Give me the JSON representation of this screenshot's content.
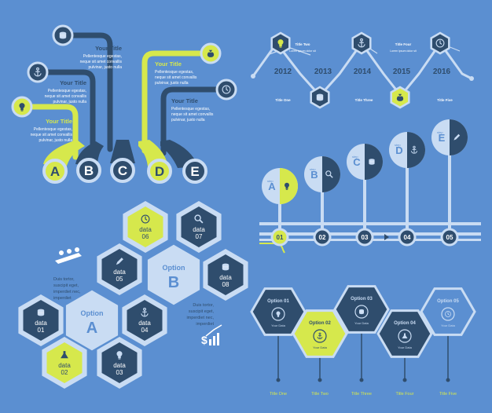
{
  "colors": {
    "bg": "#5b8fd1",
    "navy": "#2f4d6d",
    "light": "#c9dcf3",
    "lime": "#d6e84c",
    "white": "#ffffff",
    "line": "#2f4d6d"
  },
  "left_tree": {
    "items": [
      {
        "title": "Your Title",
        "text": "Pellentesque egestas, neque sit amet convallis pulvinar, justo nulla"
      },
      {
        "title": "Your Title",
        "text": "Pellentesque egestas, neque sit amet convallis pulvinar, justo nulla"
      },
      {
        "title": "Your Title",
        "text": "Pellentesque egestas, neque sit amet convallis pulvinar, justo nulla"
      },
      {
        "title": "Your Title",
        "text": "Pellentesque egestas, neque sit amet convallis pulvinar, justo nulla"
      },
      {
        "title": "Your Title",
        "text": "Pellentesque egestas, neque sit amet convallis pulvinar, justo nulla"
      }
    ],
    "letters": [
      "A",
      "B",
      "C",
      "D",
      "E"
    ]
  },
  "timeline": {
    "years": [
      "2012",
      "2013",
      "2014",
      "2015",
      "2016"
    ],
    "titles": [
      "Title One",
      "Title Two",
      "Title Three",
      "Title Four",
      "Title Five"
    ]
  },
  "steps": {
    "letters": [
      "A",
      "B",
      "C",
      "D",
      "E"
    ],
    "step_label": "step",
    "numbers": [
      "01",
      "02",
      "03",
      "04",
      "05"
    ]
  },
  "hexes": {
    "data_labels": [
      "data 01",
      "data 02",
      "data 03",
      "data 04",
      "data 05",
      "data 06",
      "data 07",
      "data 08"
    ],
    "option_a": "Option A",
    "option_b": "Option B",
    "text_a": "Duis tortor, suscipit eget, imperdiet nec, imperdiet",
    "text_b": "Duis tortor, suscipit eget, imperdiet nec, imperdiet"
  },
  "options": {
    "items": [
      {
        "title": "Option 01",
        "sub": "Your Data"
      },
      {
        "title": "Option 02",
        "sub": "Your Data"
      },
      {
        "title": "Option 03",
        "sub": "Your Data"
      },
      {
        "title": "Option 04",
        "sub": "Your Data"
      },
      {
        "title": "Option 05",
        "sub": "Your Data"
      }
    ],
    "titles": [
      "Title One",
      "Title Two",
      "Title Three",
      "Title Four",
      "Title Five"
    ]
  }
}
